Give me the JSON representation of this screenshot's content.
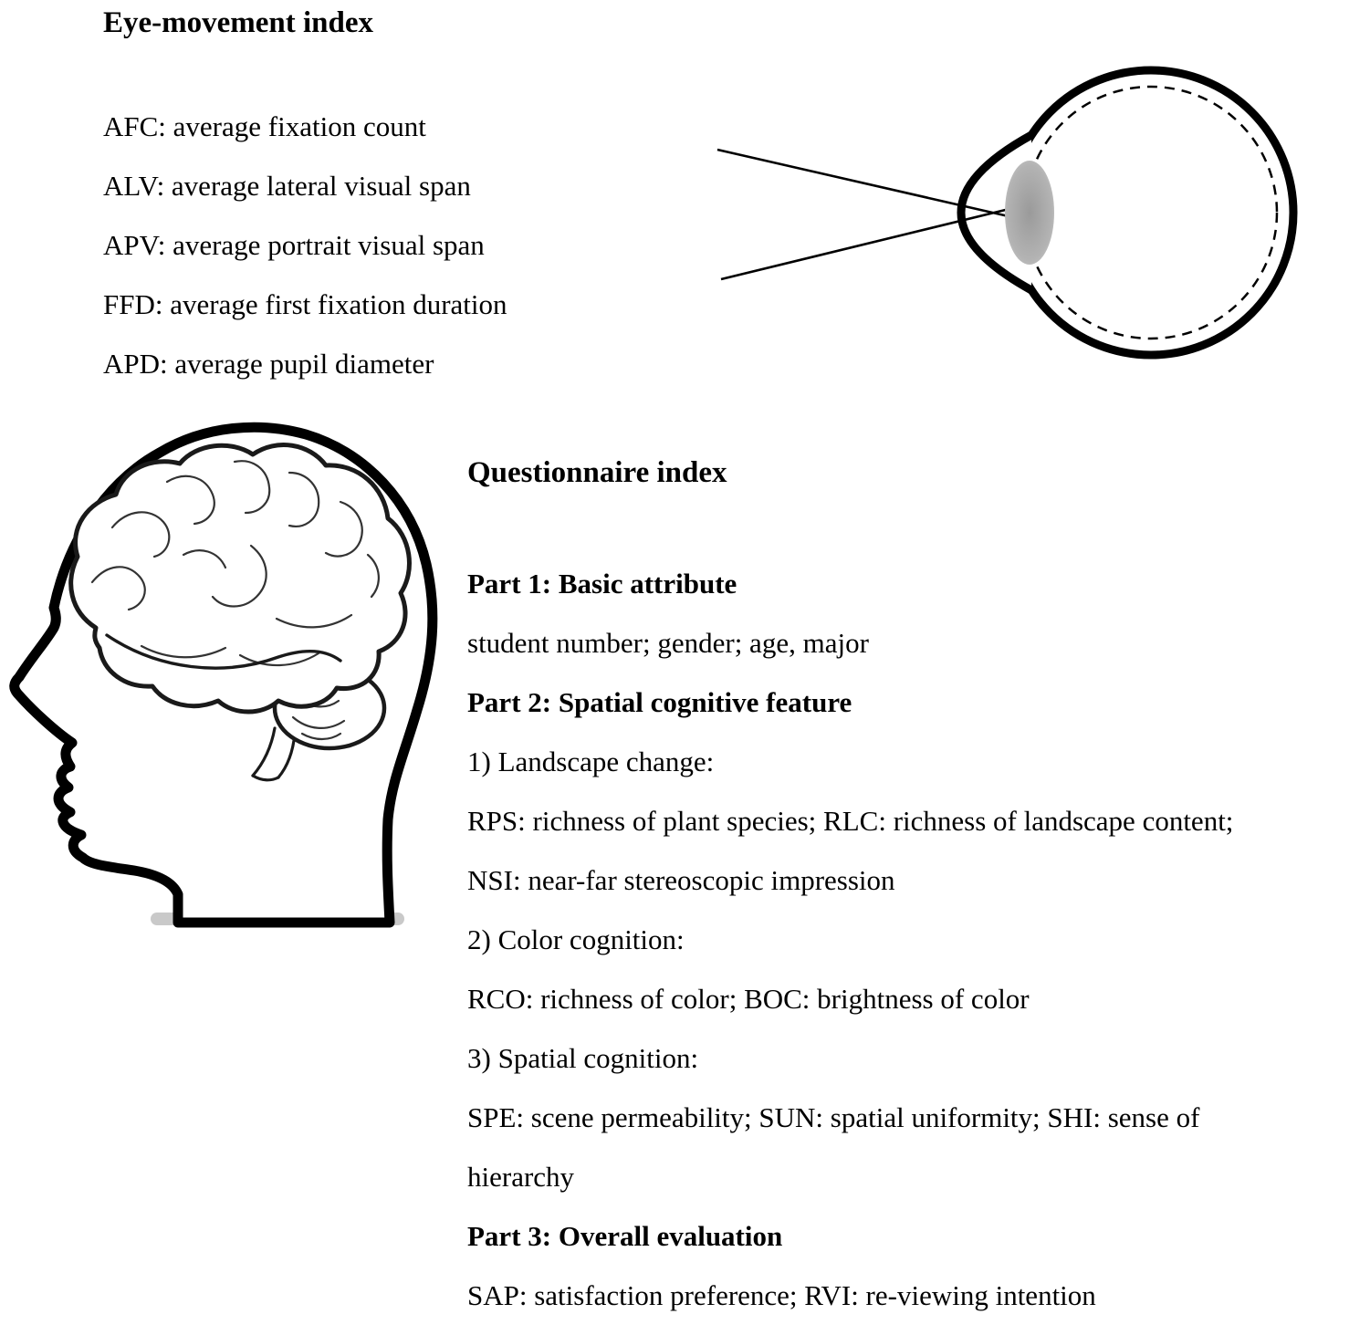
{
  "colors": {
    "background": "#ffffff",
    "ink": "#000000",
    "lens_gray": "#a9a9a9",
    "shadow_gray": "#c9c9c9"
  },
  "illustrations": {
    "eye_diagram": "eye-diagram",
    "head_brain": "head-brain-illustration"
  },
  "eye_movement": {
    "title": "Eye-movement index",
    "items": [
      "AFC: average fixation count",
      "ALV: average lateral visual span",
      "APV: average portrait visual span",
      "FFD: average first fixation duration",
      "APD: average pupil diameter"
    ]
  },
  "questionnaire": {
    "title": "Questionnaire index",
    "sections": [
      {
        "heading": "Part 1: Basic attribute",
        "lines": [
          "student number; gender; age, major"
        ]
      },
      {
        "heading": "Part 2: Spatial cognitive feature",
        "lines": [
          "1) Landscape change:",
          "RPS: richness of plant species; RLC: richness of landscape content;",
          "NSI: near-far stereoscopic impression",
          "2) Color cognition:",
          "RCO: richness of color; BOC: brightness of color",
          "3) Spatial cognition:",
          "SPE: scene permeability; SUN: spatial uniformity; SHI: sense of",
          "hierarchy"
        ]
      },
      {
        "heading": "Part 3: Overall evaluation",
        "lines": [
          "SAP: satisfaction preference; RVI: re-viewing intention"
        ]
      }
    ]
  }
}
